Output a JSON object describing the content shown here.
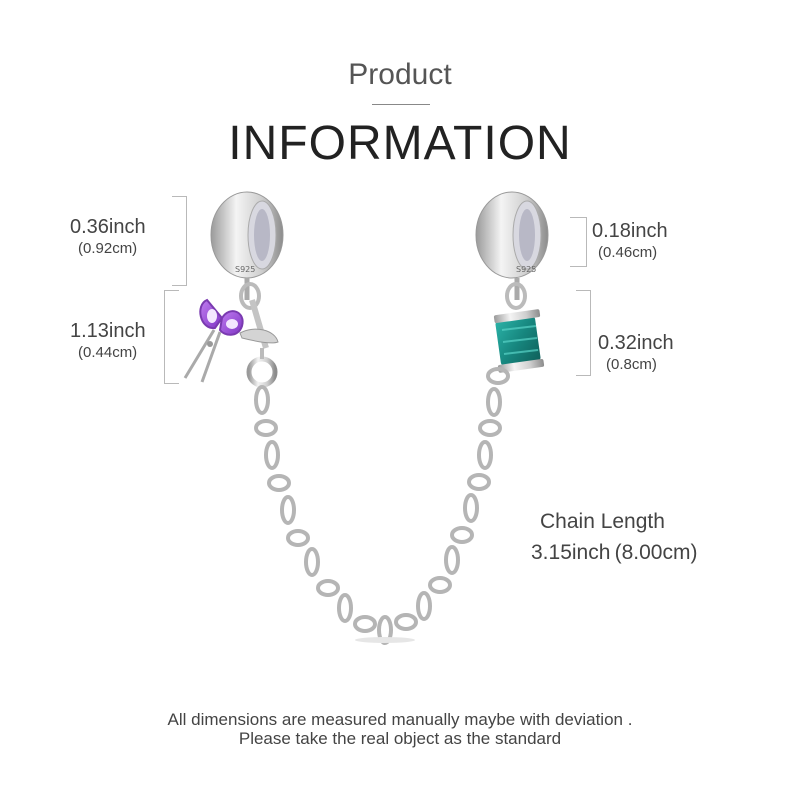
{
  "heading": {
    "subtitle": "Product",
    "title": "INFORMATION"
  },
  "dimensions": {
    "left_top": {
      "inch": "0.36inch",
      "cm": "(0.92cm)"
    },
    "left_mid": {
      "inch": "1.13inch",
      "cm": "(0.44cm)"
    },
    "right_top": {
      "inch": "0.18inch",
      "cm": "(0.46cm)"
    },
    "right_mid": {
      "inch": "0.32inch",
      "cm": "(0.8cm)"
    }
  },
  "chain": {
    "label": "Chain Length",
    "value": "3.15inch (8.00cm)"
  },
  "stamp": "S925",
  "footer": {
    "line1": "All dimensions are measured manually maybe with deviation .",
    "line2": "Please take the real object as the standard"
  },
  "colors": {
    "purple_enamel": "#9b4fd6",
    "teal_enamel": "#1f8f8a",
    "silver": "#c9c9c9"
  }
}
